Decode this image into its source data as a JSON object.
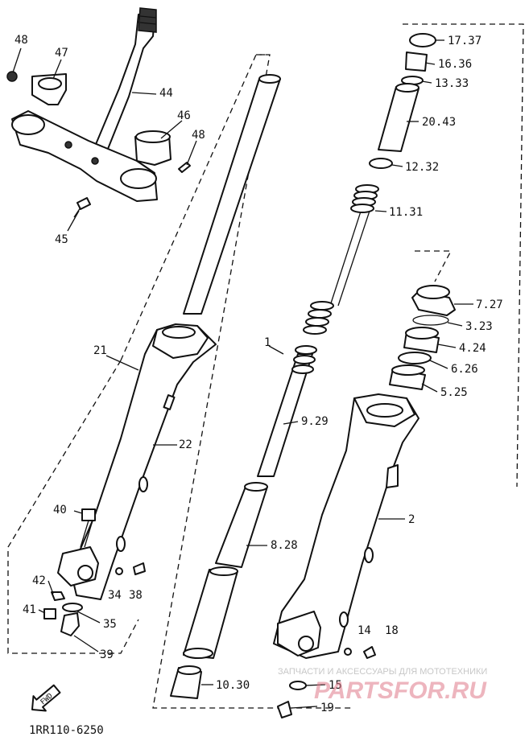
{
  "callouts": {
    "c48a": "48",
    "c47": "47",
    "c44": "44",
    "c46": "46",
    "c48b": "48",
    "c45": "45",
    "c1737": "17.37",
    "c1636": "16.36",
    "c1333": "13.33",
    "c2043": "20.43",
    "c1232": "12.32",
    "c1131": "11.31",
    "c727": "7.27",
    "c323": "3.23",
    "c424": "4.24",
    "c626": "6.26",
    "c525": "5.25",
    "c21": "21",
    "c22": "22",
    "c1": "1",
    "c929": "9.29",
    "c2": "2",
    "c40": "40",
    "c828": "8.28",
    "c42": "42",
    "c34": "34",
    "c38": "38",
    "c41": "41",
    "c35": "35",
    "c14": "14",
    "c18": "18",
    "c39": "39",
    "c1030": "10.30",
    "c15": "15",
    "c19": "19"
  },
  "diagram_code": "1RR110-6250",
  "front_arrow": "FWD",
  "watermark": {
    "caption": "ЗАПЧАСТИ И АКСЕССУАРЫ ДЛЯ МОТОТЕХНИКИ",
    "logo": "PARTSFOR.RU"
  }
}
